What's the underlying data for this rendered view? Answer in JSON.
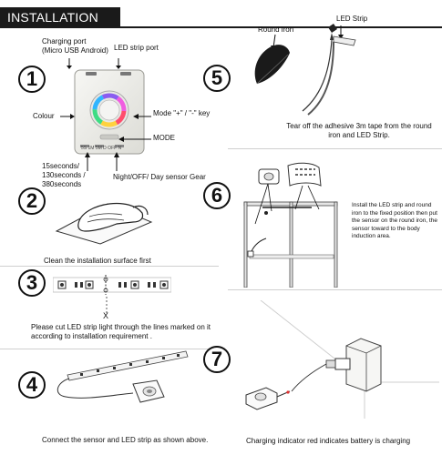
{
  "header": {
    "title": "INSTALLATION"
  },
  "steps": [
    {
      "number": "1"
    },
    {
      "number": "2"
    },
    {
      "number": "3"
    },
    {
      "number": "4"
    },
    {
      "number": "5"
    },
    {
      "number": "6"
    },
    {
      "number": "7"
    }
  ],
  "controller": {
    "charging_port": "Charging port",
    "charging_port_sub": "(Micro USB Android)",
    "led_strip_port": "LED strip port",
    "colour": "Colour",
    "mode_key": "Mode \"+\" / \"-\"  key",
    "mode": "MODE",
    "timers": [
      "15seconds/",
      "130seconds /",
      "380seconds"
    ],
    "gear": "Night/OFF/ Day sensor Gear",
    "switch_marks": "5S  1M  5M    D  OFF  N"
  },
  "step2": {
    "caption": "Clean the installation surface first"
  },
  "step3": {
    "caption": "Please cut LED strip light through the lines marked on it according to installation requirement .",
    "cut_mark": "X"
  },
  "step4": {
    "caption": "Connect the sensor and LED strip as shown above."
  },
  "step5": {
    "round_iron": "Round iron",
    "led_strip": "LED Strip",
    "caption": "Tear off the adhesive 3m tape from the round iron and LED Strip."
  },
  "step6": {
    "caption": "Install the LED strip and round iron to the fixed position then put the sensor on the round iron, the sensor toward to the body induction area."
  },
  "step7": {
    "caption": "Charging indicator red indicates battery is charging"
  },
  "colors": {
    "header_bg": "#1a1a1a",
    "header_text": "#ffffff",
    "ring_accent": "#8a5cf0"
  }
}
